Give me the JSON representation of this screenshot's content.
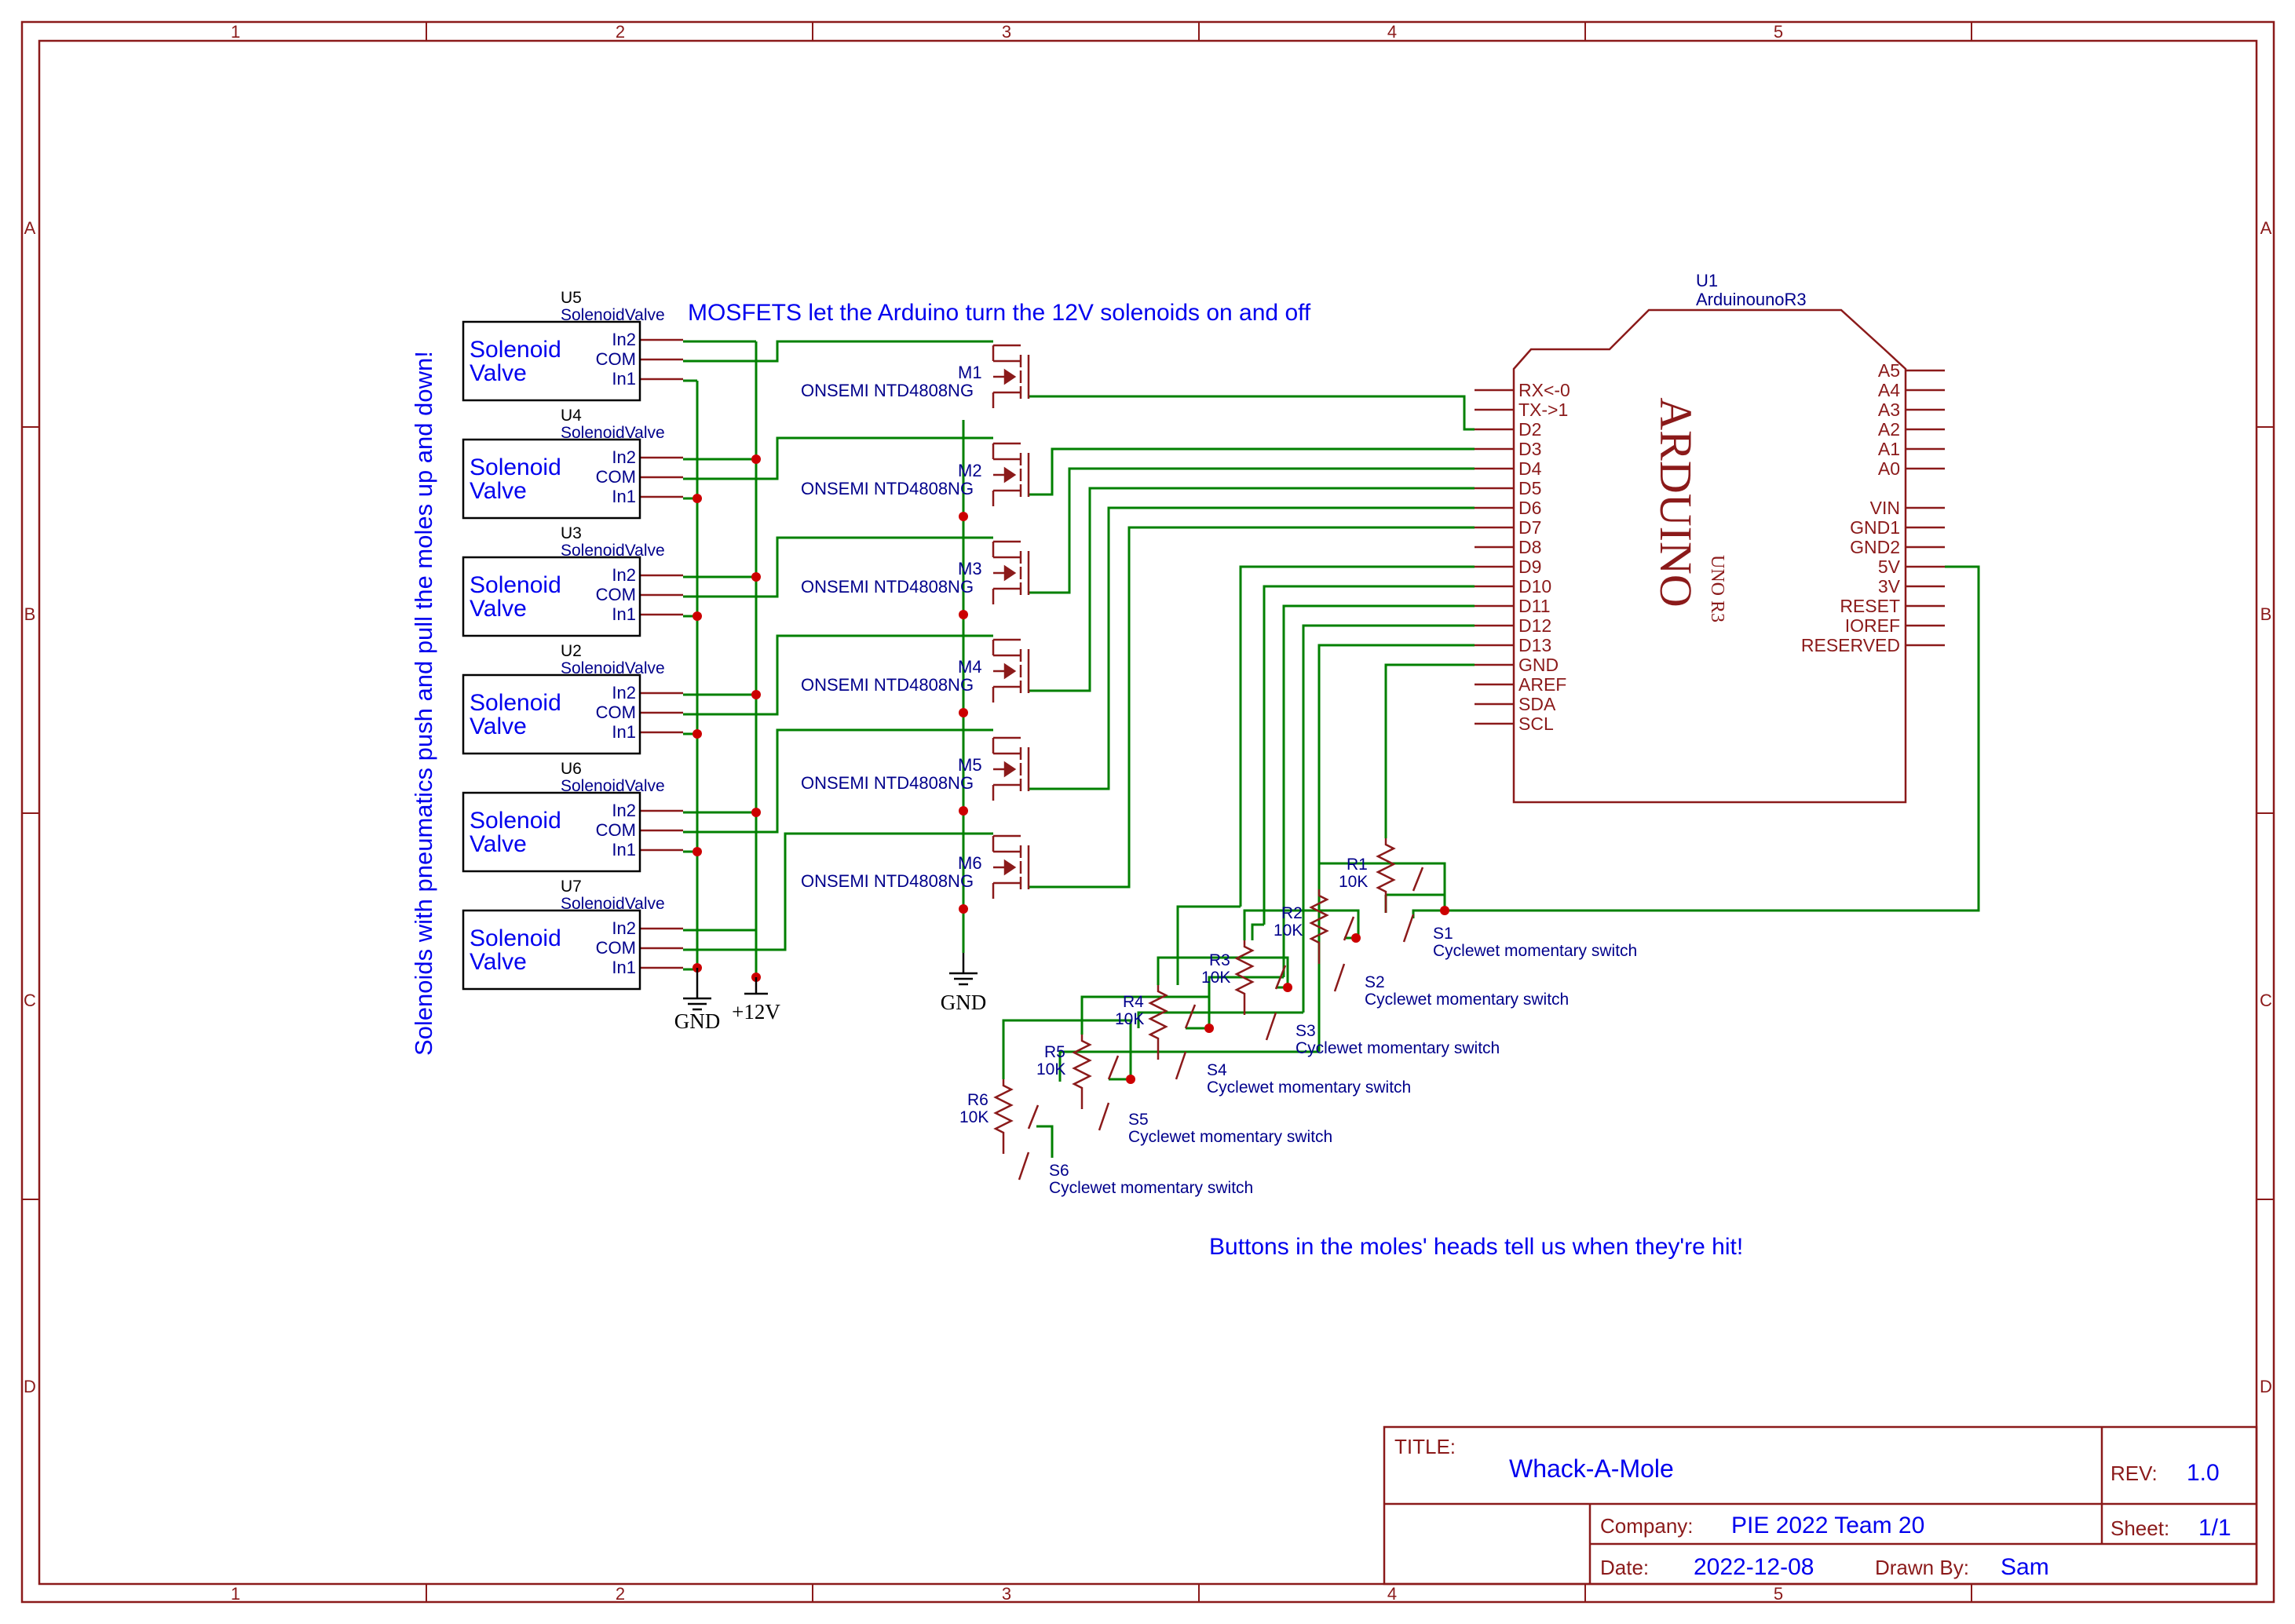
{
  "frame": {
    "columns": [
      "1",
      "2",
      "3",
      "4",
      "5"
    ],
    "rows": [
      "A",
      "B",
      "C",
      "D"
    ]
  },
  "notes": {
    "left": "Solenoids with pneumatics push and pull the moles up and down!",
    "top": "MOSFETS let the Arduino turn the 12V solenoids on and off",
    "bottom": "Buttons in the moles' heads tell us when they're hit!"
  },
  "solenoids": [
    {
      "ref": "U5",
      "value": "SolenoidValve",
      "body": [
        "Solenoid",
        "Valve"
      ],
      "pins": [
        "In2",
        "COM",
        "In1"
      ]
    },
    {
      "ref": "U4",
      "value": "SolenoidValve",
      "body": [
        "Solenoid",
        "Valve"
      ],
      "pins": [
        "In2",
        "COM",
        "In1"
      ]
    },
    {
      "ref": "U3",
      "value": "SolenoidValve",
      "body": [
        "Solenoid",
        "Valve"
      ],
      "pins": [
        "In2",
        "COM",
        "In1"
      ]
    },
    {
      "ref": "U2",
      "value": "SolenoidValve",
      "body": [
        "Solenoid",
        "Valve"
      ],
      "pins": [
        "In2",
        "COM",
        "In1"
      ]
    },
    {
      "ref": "U6",
      "value": "SolenoidValve",
      "body": [
        "Solenoid",
        "Valve"
      ],
      "pins": [
        "In2",
        "COM",
        "In1"
      ]
    },
    {
      "ref": "U7",
      "value": "SolenoidValve",
      "body": [
        "Solenoid",
        "Valve"
      ],
      "pins": [
        "In2",
        "COM",
        "In1"
      ]
    }
  ],
  "mosfets": [
    {
      "ref": "M1",
      "value": "ONSEMI NTD4808NG"
    },
    {
      "ref": "M2",
      "value": "ONSEMI NTD4808NG"
    },
    {
      "ref": "M3",
      "value": "ONSEMI NTD4808NG"
    },
    {
      "ref": "M4",
      "value": "ONSEMI NTD4808NG"
    },
    {
      "ref": "M5",
      "value": "ONSEMI NTD4808NG"
    },
    {
      "ref": "M6",
      "value": "ONSEMI NTD4808NG"
    }
  ],
  "supplies": {
    "gnd_left": "GND",
    "v12": "+12V",
    "gnd_mosfet": "GND"
  },
  "arduino": {
    "ref": "U1",
    "value": "ArduinounoR3",
    "logo": "ARDUINO",
    "model": "UNO R3",
    "left_pins": [
      "RX<-0",
      "TX->1",
      "D2",
      "D3",
      "D4",
      "D5",
      "D6",
      "D7",
      "D8",
      "D9",
      "D10",
      "D11",
      "D12",
      "D13",
      "GND",
      "AREF",
      "SDA",
      "SCL"
    ],
    "right_pins": [
      "A5",
      "A4",
      "A3",
      "A2",
      "A1",
      "A0",
      "VIN",
      "GND1",
      "GND2",
      "5V",
      "3V",
      "RESET",
      "IOREF",
      "RESERVED"
    ]
  },
  "resistors": [
    {
      "ref": "R1",
      "value": "10K"
    },
    {
      "ref": "R2",
      "value": "10K"
    },
    {
      "ref": "R3",
      "value": "10K"
    },
    {
      "ref": "R4",
      "value": "10K"
    },
    {
      "ref": "R5",
      "value": "10K"
    },
    {
      "ref": "R6",
      "value": "10K"
    }
  ],
  "switches": [
    {
      "ref": "S1",
      "value": "Cyclewet momentary switch"
    },
    {
      "ref": "S2",
      "value": "Cyclewet momentary switch"
    },
    {
      "ref": "S3",
      "value": "Cyclewet momentary switch"
    },
    {
      "ref": "S4",
      "value": "Cyclewet momentary switch"
    },
    {
      "ref": "S5",
      "value": "Cyclewet momentary switch"
    },
    {
      "ref": "S6",
      "value": "Cyclewet momentary switch"
    }
  ],
  "title_block": {
    "title_label": "TITLE:",
    "title": "Whack-A-Mole",
    "rev_label": "REV:",
    "rev": "1.0",
    "company_label": "Company:",
    "company": "PIE 2022 Team 20",
    "sheet_label": "Sheet:",
    "sheet": "1/1",
    "date_label": "Date:",
    "date": "2022-12-08",
    "drawn_label": "Drawn By:",
    "drawn": "Sam"
  },
  "colors": {
    "frame": "#8b1a1a",
    "wire": "#008000",
    "note": "#0000ee",
    "label": "#00008b",
    "junction": "#cc0000"
  }
}
